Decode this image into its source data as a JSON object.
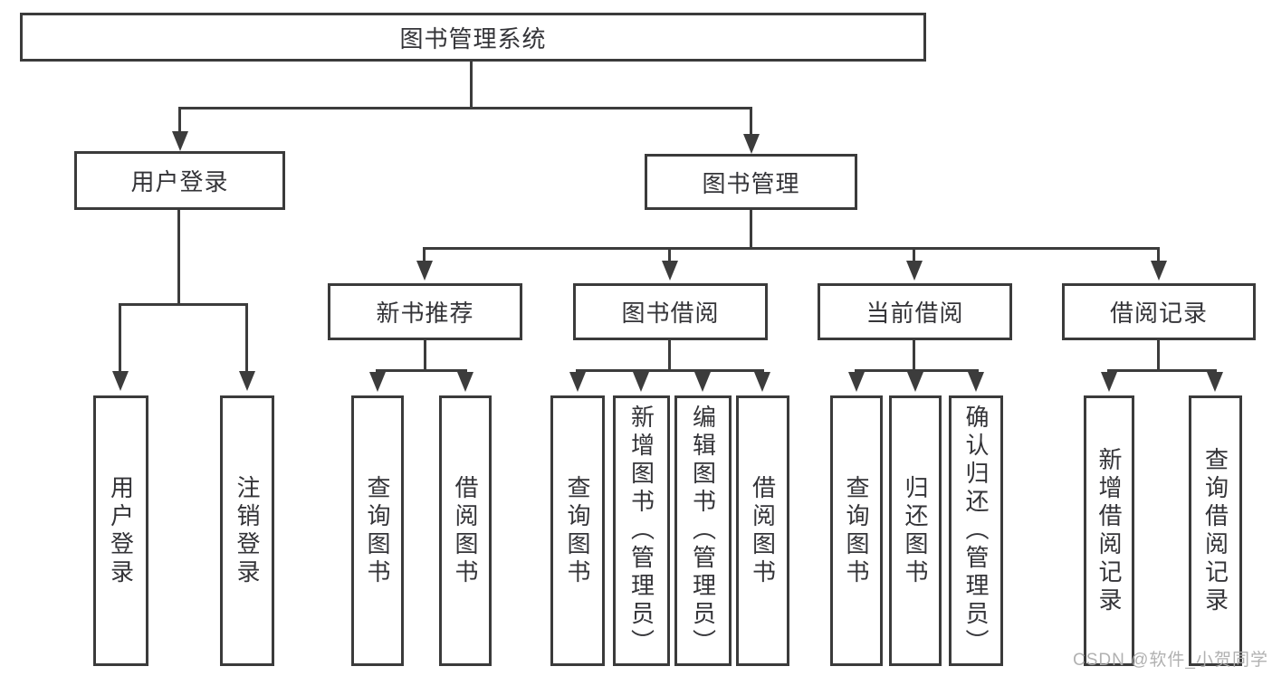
{
  "diagram": {
    "title": "图书管理系统",
    "root": {
      "label": "图书管理系统"
    },
    "branches": [
      {
        "label": "用户登录",
        "children": [
          {
            "label": "用户登录"
          },
          {
            "label": "注销登录"
          }
        ]
      },
      {
        "label": "图书管理",
        "children": [
          {
            "label": "新书推荐",
            "children": [
              {
                "label": "查询图书"
              },
              {
                "label": "借阅图书"
              }
            ]
          },
          {
            "label": "图书借阅",
            "children": [
              {
                "label": "查询图书"
              },
              {
                "label": "新增图书（管理员）"
              },
              {
                "label": "编辑图书（管理员）"
              },
              {
                "label": "借阅图书"
              }
            ]
          },
          {
            "label": "当前借阅",
            "children": [
              {
                "label": "查询图书"
              },
              {
                "label": "归还图书"
              },
              {
                "label": "确认归还（管理员）"
              }
            ]
          },
          {
            "label": "借阅记录",
            "children": [
              {
                "label": "新增借阅记录"
              },
              {
                "label": "查询借阅记录"
              }
            ]
          }
        ]
      }
    ]
  },
  "watermark": {
    "text": "CSDN @软件_小贺同学"
  },
  "colors": {
    "line": "#3c3c3c",
    "border": "#3b3b3b",
    "text": "#343438",
    "watermark": "#adadad",
    "background": "#ffffff"
  }
}
